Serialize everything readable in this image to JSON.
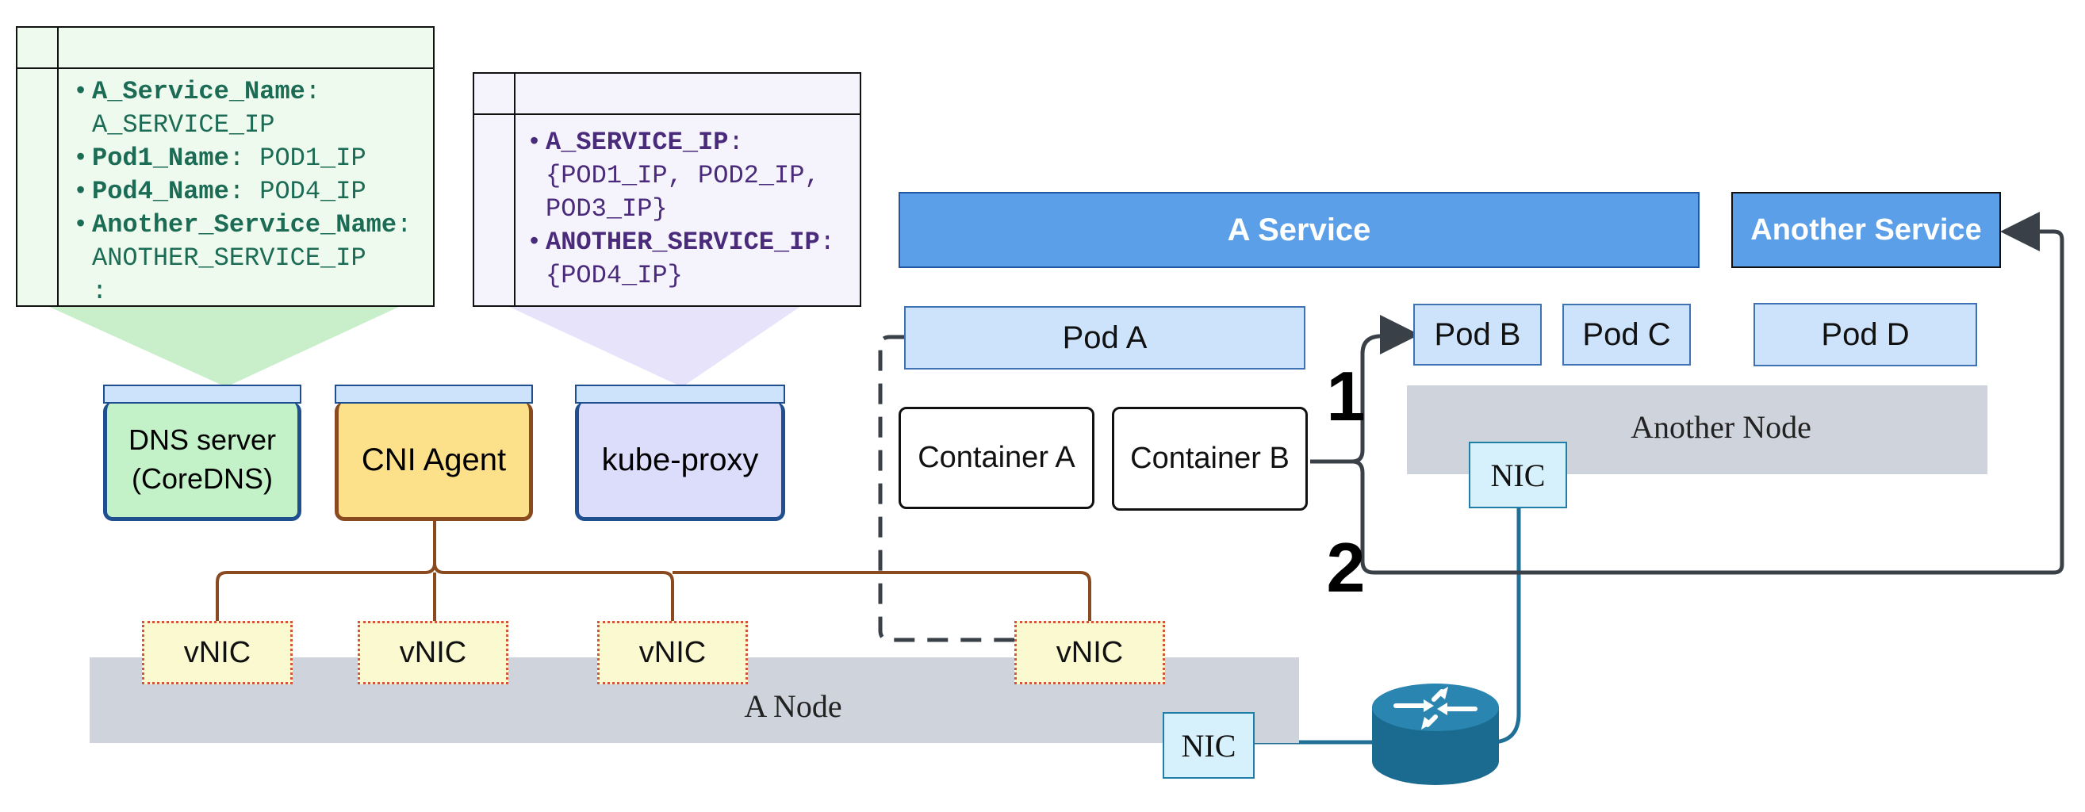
{
  "dns_panel": {
    "items": [
      {
        "key": "A_Service_Name",
        "value": "A_SERVICE_IP"
      },
      {
        "key": "Pod1_Name",
        "value": "POD1_IP"
      },
      {
        "key": "Pod4_Name",
        "value": "POD4_IP"
      },
      {
        "key": "Another_Service_Name",
        "value": "ANOTHER_SERVICE_IP"
      }
    ],
    "ellipsis": ":"
  },
  "proxy_panel": {
    "items": [
      {
        "key": "A_SERVICE_IP",
        "value_line1": "{POD1_IP, POD2_IP,",
        "value_line2": "POD3_IP}"
      },
      {
        "key": "ANOTHER_SERVICE_IP",
        "value_line1": "{POD4_IP}",
        "value_line2": ""
      }
    ]
  },
  "agents": {
    "dns_line1": "DNS server",
    "dns_line2": "(CoreDNS)",
    "cni": "CNI Agent",
    "kube_proxy": "kube-proxy"
  },
  "a_node": {
    "label": "A Node",
    "vnics": [
      "vNIC",
      "vNIC",
      "vNIC",
      "vNIC"
    ],
    "nic": "NIC"
  },
  "services": {
    "a_service": "A Service",
    "another_service": "Another Service"
  },
  "pods": {
    "pod_a": "Pod A",
    "pod_b": "Pod B",
    "pod_c": "Pod C",
    "pod_d": "Pod D"
  },
  "containers": {
    "a": "Container A",
    "b": "Container B"
  },
  "another_node": {
    "label": "Another Node",
    "nic": "NIC"
  },
  "paths": {
    "one": "1",
    "two": "2"
  },
  "colors": {
    "dns_panel_bg": "#eefaee",
    "dns_panel_text": "#1b6b55",
    "proxy_panel_bg": "#f5f4fd",
    "proxy_panel_text": "#4a2a7a",
    "cni_wire": "#8a4a1f",
    "network_wire": "#1f6f96",
    "router": "#1f6f96",
    "path_arrow": "#3a4048"
  }
}
